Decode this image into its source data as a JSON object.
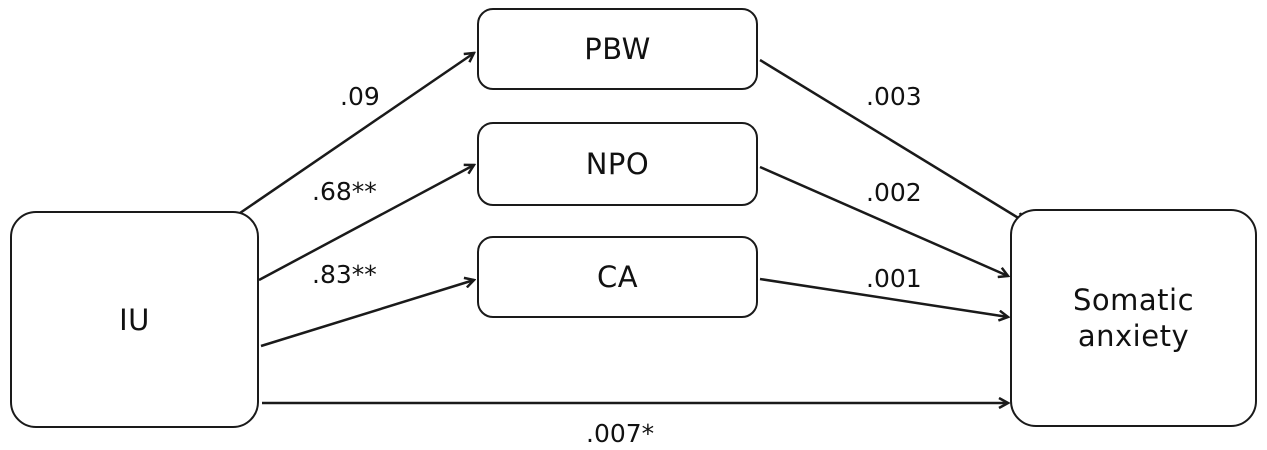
{
  "nodes": {
    "iu": "IU",
    "pbw": "PBW",
    "npo": "NPO",
    "ca": "CA",
    "outcome_line1": "Somatic",
    "outcome_line2": "anxiety"
  },
  "coefficients": {
    "iu_pbw": ".09",
    "iu_npo": ".68**",
    "iu_ca": ".83**",
    "pbw_outcome": ".003",
    "npo_outcome": ".002",
    "ca_outcome": ".001",
    "iu_outcome_direct": ".007*"
  }
}
